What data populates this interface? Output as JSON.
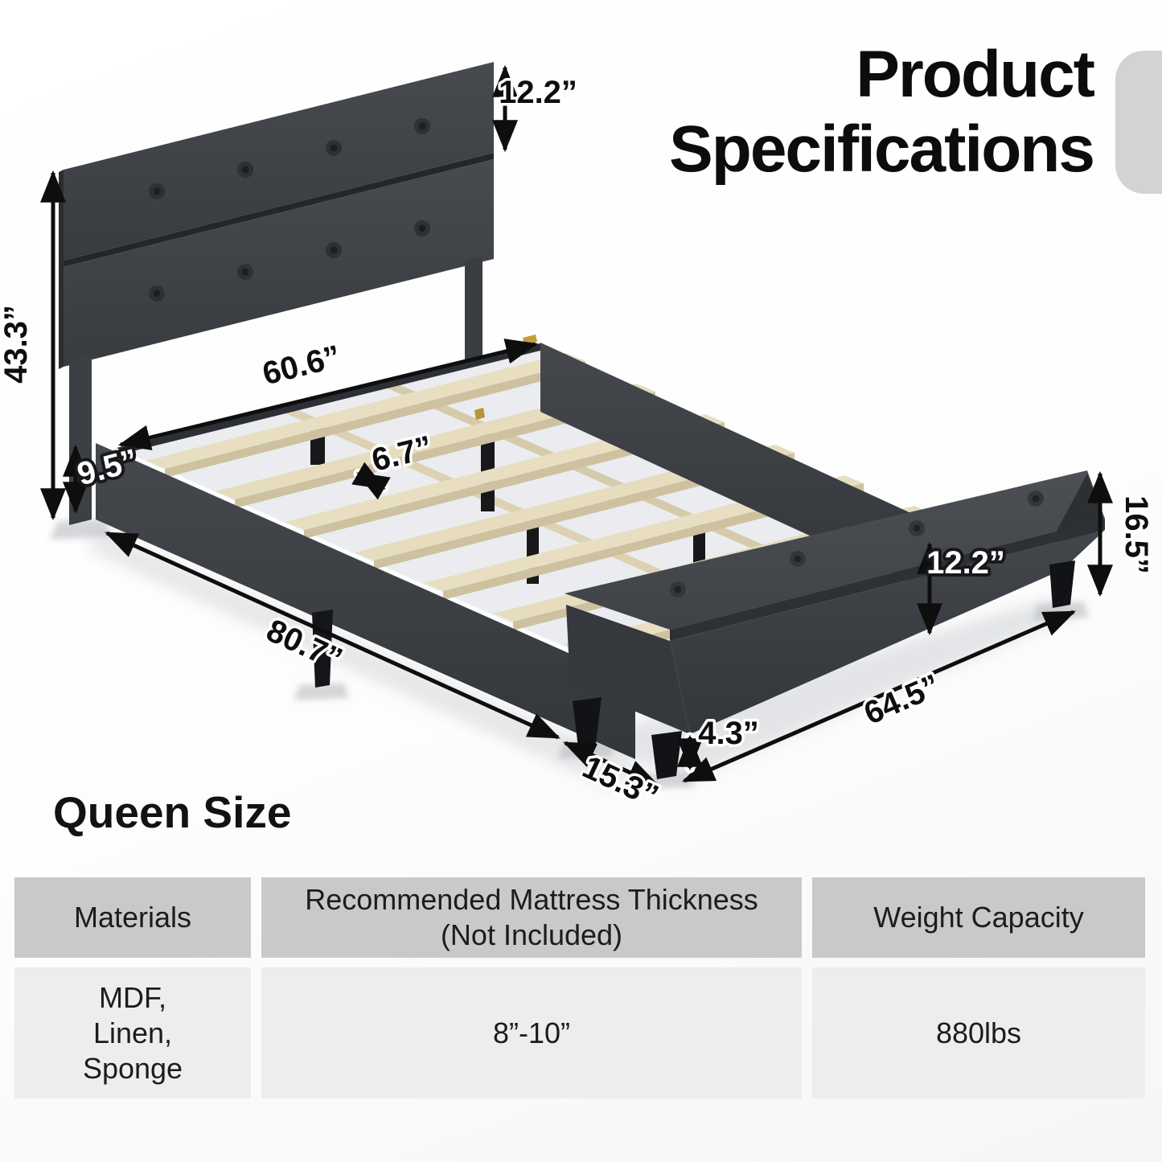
{
  "title": {
    "line1": "Product",
    "line2": "Specifications"
  },
  "section_label": "Queen Size",
  "dimensions": {
    "headboard_panel_height": "12.2”",
    "headboard_total_height": "43.3”",
    "slat_length_width": "60.6”",
    "side_rail_height": "9.5”",
    "slat_spacing": "6.7”",
    "bed_length": "80.7”",
    "bench_total_height": "16.5”",
    "bench_body_height": "12.2”",
    "bench_length": "64.5”",
    "bench_leg_height": "4.3”",
    "bench_depth": "15.3”"
  },
  "spec_table": {
    "columns": [
      {
        "header": "Materials",
        "value": "MDF,\nLinen,\nSponge"
      },
      {
        "header": "Recommended Mattress Thickness\n(Not Included)",
        "value": "8”-10”"
      },
      {
        "header": "Weight Capacity",
        "value": "880lbs"
      }
    ]
  },
  "colors": {
    "fabric_dark_gray": "#3e4145",
    "wood_slat": "#e8dfc3",
    "table_header_bg": "#c8c9ca",
    "table_row_bg": "#ededee",
    "annotation_black": "#0e0e0e"
  }
}
